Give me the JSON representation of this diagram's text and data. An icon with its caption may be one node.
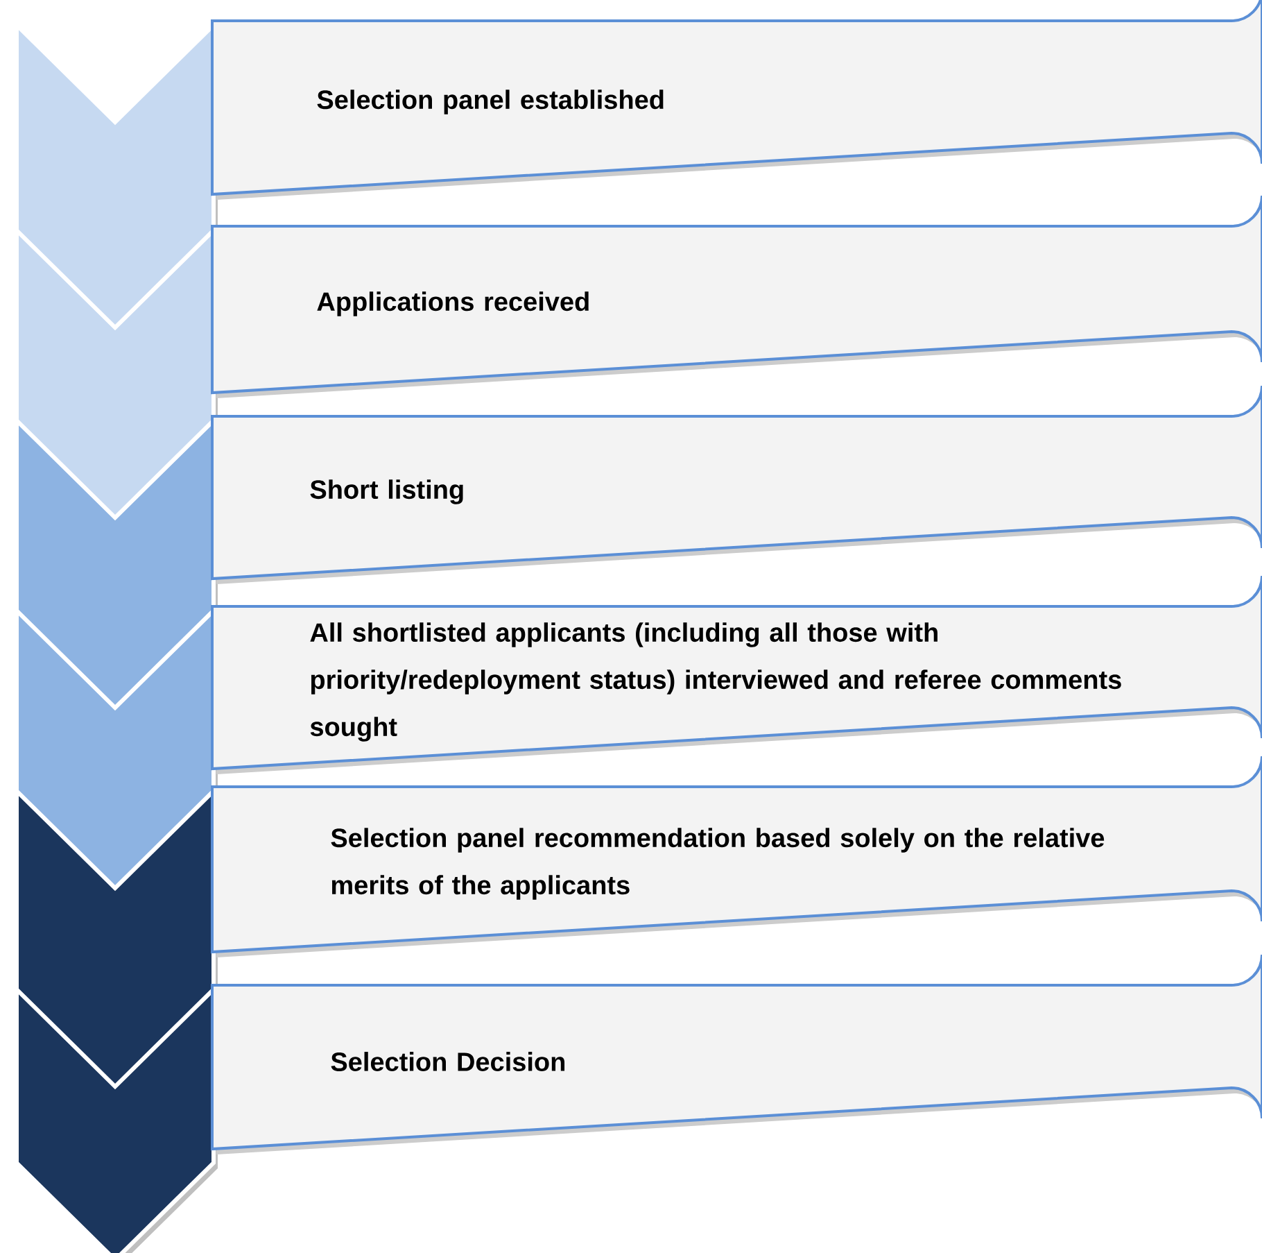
{
  "diagram": {
    "nodes": [
      {
        "text": [
          "Selection panel established"
        ]
      },
      {
        "text": [
          "Applications received"
        ]
      },
      {
        "text": [
          "Short listing"
        ]
      },
      {
        "text": [
          "All shortlisted applicants (including all those with priority/redeployment status) interviewed and referee comments sought"
        ]
      },
      {
        "text": [
          "Selection panel recommendation based solely on the relative merits of the applicants"
        ]
      },
      {
        "text": [
          "Selection Decision"
        ]
      }
    ]
  }
}
